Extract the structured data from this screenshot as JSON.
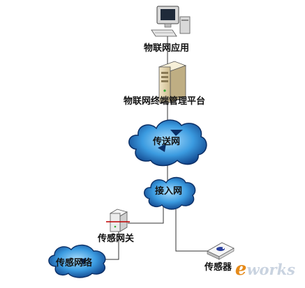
{
  "nodes": {
    "app": {
      "label": "物联网应用",
      "icon": "desktop-computer-icon"
    },
    "platform": {
      "label": "物联网终端管理平台",
      "icon": "server-tower-icon"
    },
    "transport": {
      "label": "传送网",
      "icon": "cloud-network-icon"
    },
    "access": {
      "label": "接入网",
      "icon": "cloud-network-icon"
    },
    "gateway": {
      "label": "传感网关",
      "icon": "gateway-device-icon"
    },
    "sensor_net": {
      "label": "传感网络",
      "icon": "cloud-network-icon"
    },
    "sensor": {
      "label": "传感器",
      "icon": "sensor-device-icon"
    }
  },
  "watermark": {
    "e": "e",
    "rest": "works"
  },
  "colors": {
    "cloud_fill": "#2f8fd6",
    "cloud_dark": "#0b2f66",
    "line": "#333333"
  }
}
